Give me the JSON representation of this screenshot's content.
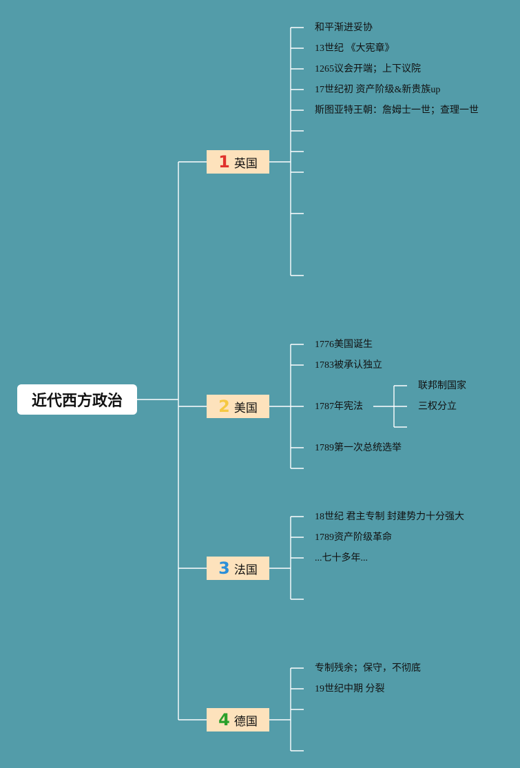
{
  "colors": {
    "background": "#539ca9",
    "line": "#ffffff",
    "branch_fill": "#fde2bc",
    "num1": "#e0322c",
    "num2": "#f5c842",
    "num3": "#2c8fd8",
    "num4": "#2ba02b"
  },
  "root": {
    "label": "近代西方政治"
  },
  "branches": [
    {
      "num": "1",
      "label": "英国",
      "items": [
        "和平渐进妥协",
        "13世纪 《大宪章》",
        "1265议会开端；上下议院",
        "17世纪初 资产阶级&新贵族up",
        "斯图亚特王朝：詹姆士一世；查理一世"
      ]
    },
    {
      "num": "2",
      "label": "美国",
      "items": [
        "1776美国诞生",
        "1783被承认独立",
        "1787年宪法",
        "1789第一次总统选举"
      ],
      "sub": [
        "联邦制国家",
        "三权分立"
      ]
    },
    {
      "num": "3",
      "label": "法国",
      "items": [
        "18世纪 君主专制 封建势力十分强大",
        "1789资产阶级革命",
        "...七十多年..."
      ]
    },
    {
      "num": "4",
      "label": "德国",
      "items": [
        "专制残余；保守，不彻底",
        "19世纪中期 分裂"
      ]
    }
  ]
}
